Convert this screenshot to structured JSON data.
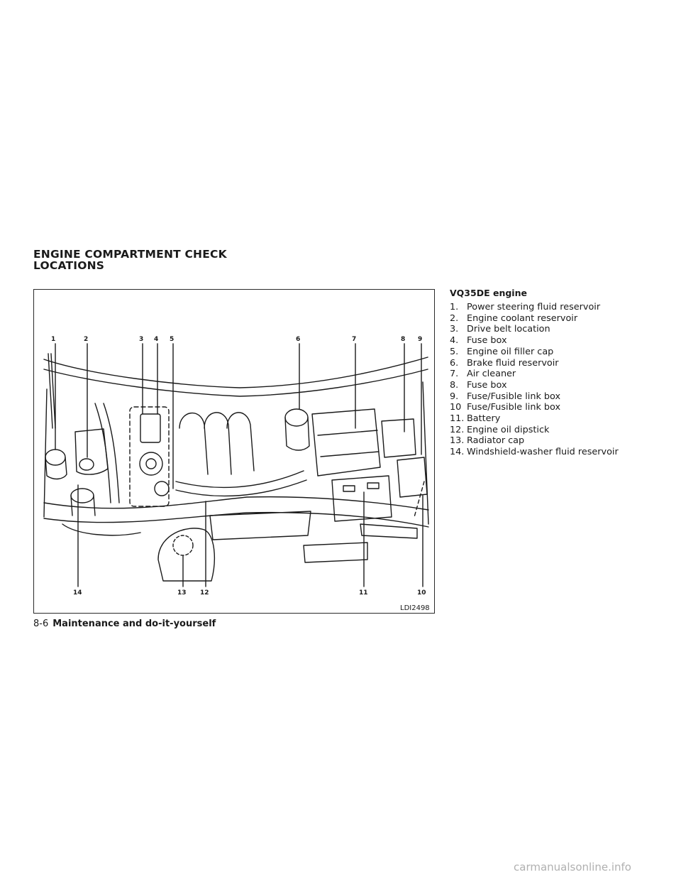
{
  "section": {
    "title_line1": "ENGINE COMPARTMENT CHECK",
    "title_line2": "LOCATIONS"
  },
  "figure": {
    "code": "LDI2498",
    "callouts_top": [
      "1",
      "2",
      "3",
      "4",
      "5",
      "6",
      "7",
      "8",
      "9"
    ],
    "callouts_bottom": [
      "14",
      "13",
      "12",
      "11",
      "10"
    ]
  },
  "legend": {
    "heading": "VQ35DE engine",
    "items": [
      {
        "num": "1.",
        "label": "Power steering fluid reservoir"
      },
      {
        "num": "2.",
        "label": "Engine coolant reservoir"
      },
      {
        "num": "3.",
        "label": "Drive belt location"
      },
      {
        "num": "4.",
        "label": "Fuse box"
      },
      {
        "num": "5.",
        "label": "Engine oil filler cap"
      },
      {
        "num": "6.",
        "label": "Brake fluid reservoir"
      },
      {
        "num": "7.",
        "label": "Air cleaner"
      },
      {
        "num": "8.",
        "label": "Fuse box"
      },
      {
        "num": "9.",
        "label": "Fuse/Fusible link box"
      },
      {
        "num": "10",
        "label": "Fuse/Fusible link box"
      },
      {
        "num": "11.",
        "label": "Battery"
      },
      {
        "num": "12.",
        "label": "Engine oil dipstick"
      },
      {
        "num": "13.",
        "label": "Radiator cap"
      },
      {
        "num": "14.",
        "label": "Windshield-washer fluid reservoir"
      }
    ]
  },
  "footer": {
    "page_number": "8-6",
    "chapter": "Maintenance and do-it-yourself"
  },
  "watermark": "carmanualsonline.info"
}
